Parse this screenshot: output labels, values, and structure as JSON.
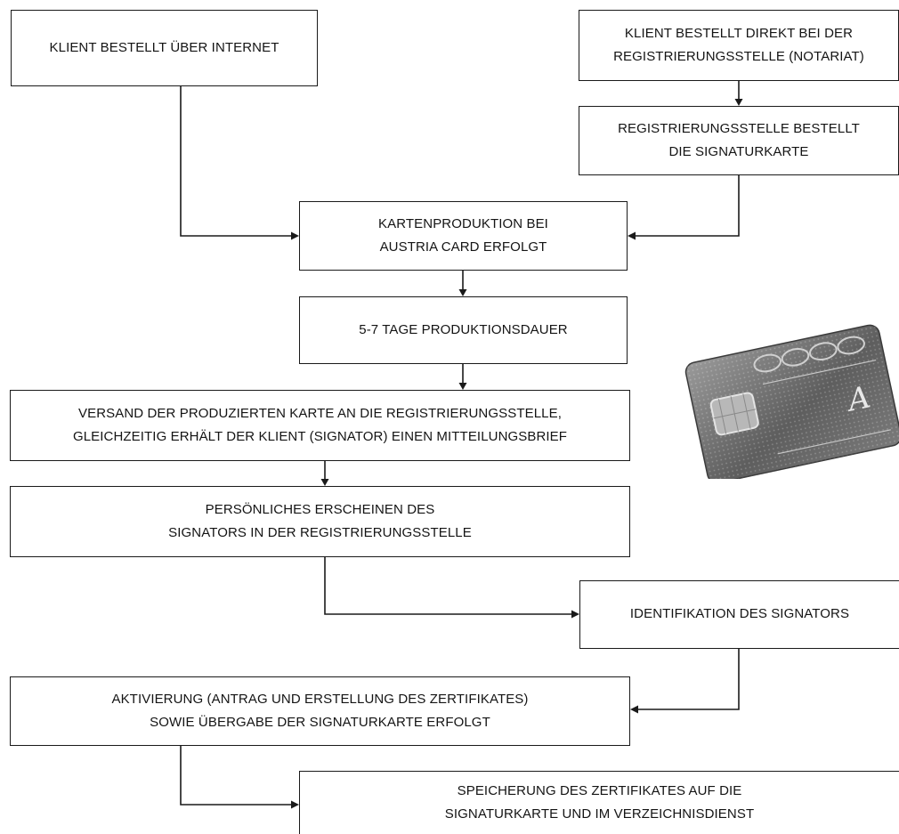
{
  "steps": {
    "internet_order": "KLIENT BESTELLT ÜBER INTERNET",
    "direct_order": "KLIENT BESTELLT DIREKT BEI DER\nREGISTRIERUNGSSTELLE (NOTARIAT)",
    "registry_orders": "REGISTRIERUNGSSTELLE BESTELLT\nDIE SIGNATURKARTE",
    "card_production": "KARTENPRODUKTION BEI\nAUSTRIA CARD ERFOLGT",
    "production_time": "5-7 TAGE PRODUKTIONSDAUER",
    "shipping": "VERSAND DER PRODUZIERTEN KARTE AN DIE REGISTRIERUNGSSTELLE,\nGLEICHZEITIG ERHÄLT DER KLIENT (SIGNATOR) EINEN MITTEILUNGSBRIEF",
    "personal_appearance": "PERSÖNLICHES ERSCHEINEN DES\nSIGNATORS IN DER REGISTRIERUNGSSTELLE",
    "identification": "IDENTIFIKATION DES SIGNATORS",
    "activation": "AKTIVIERUNG (ANTRAG UND ERSTELLUNG DES ZERTIFIKATES)\nSOWIE ÜBERGABE DER SIGNATURKARTE ERFOLGT",
    "storage": "SPEICHERUNG DES ZERTIFIKATES AUF DIE\nSIGNATURKARTE UND IM VERZEICHNISDIENST"
  },
  "card_image": {
    "logo_letter": "A",
    "colors": {
      "body": "#5e5e5e",
      "highlight": "#9a9a9a",
      "chip": "#b8b8b8"
    }
  }
}
